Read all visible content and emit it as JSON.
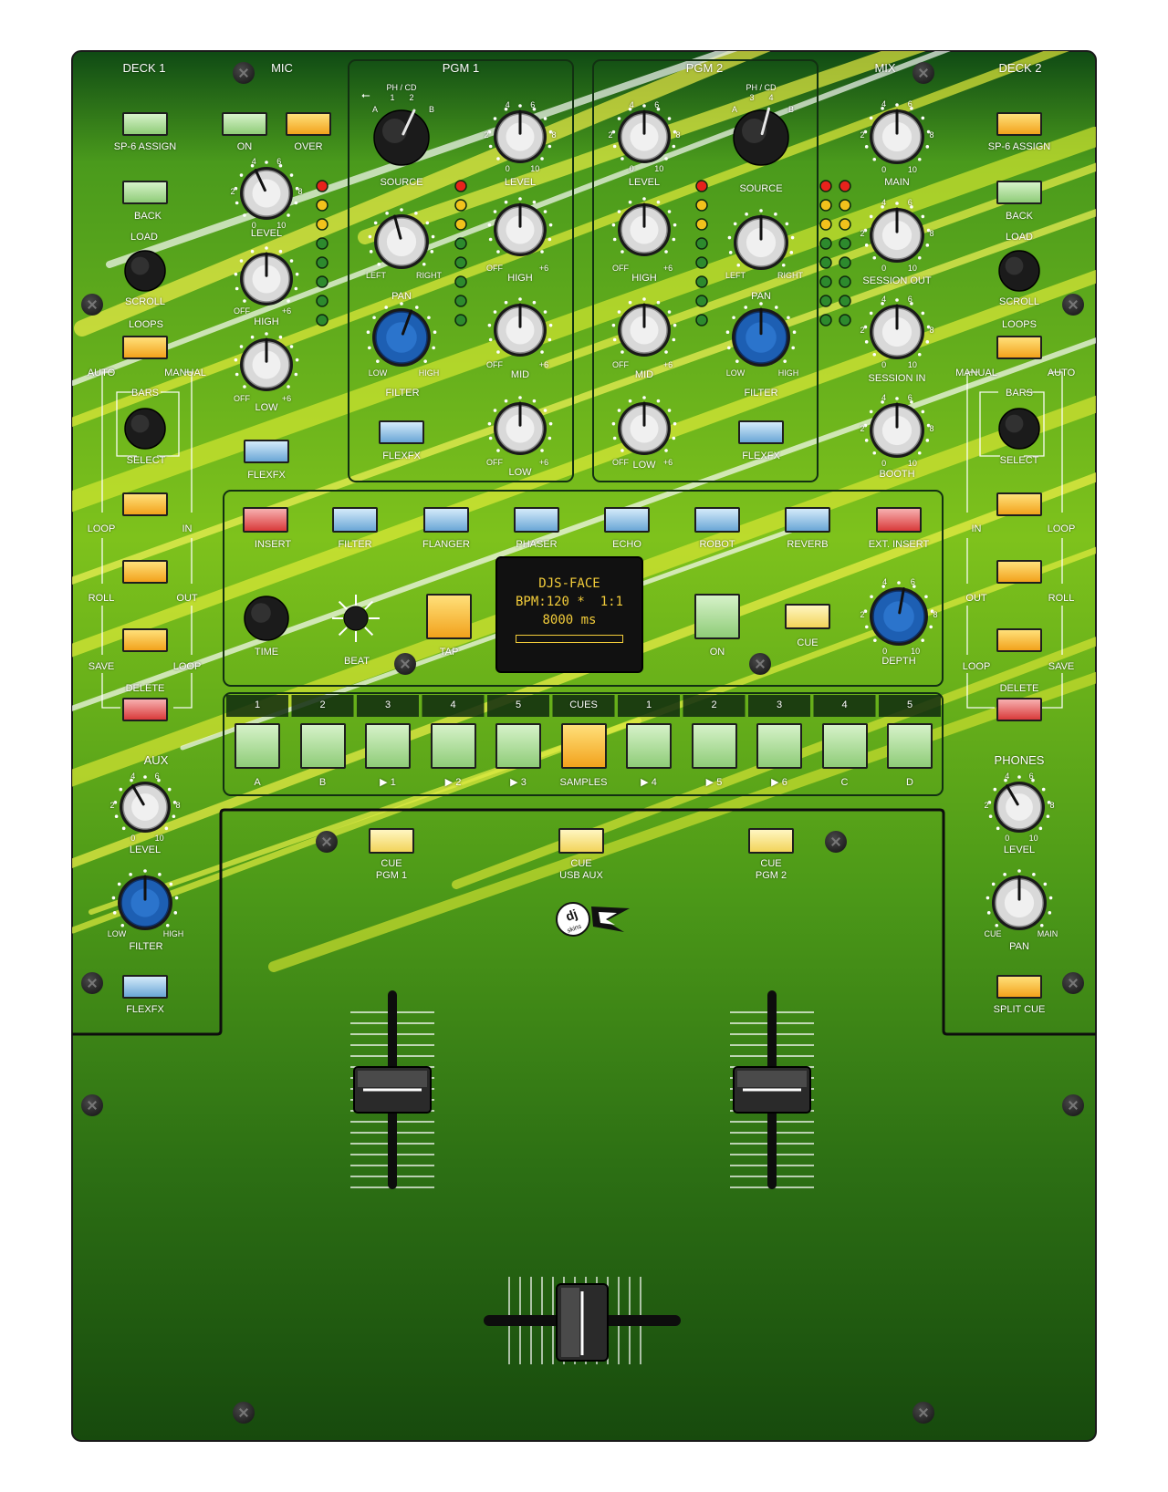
{
  "sections": {
    "deck1": "DECK 1",
    "mic": "MIC",
    "pgm1": "PGM 1",
    "pgm2": "PGM 2",
    "mix": "MIX",
    "deck2": "DECK 2"
  },
  "common": {
    "level": "LEVEL",
    "high": "HIGH",
    "mid": "MID",
    "low": "LOW",
    "off": "OFF",
    "plus6": "+6",
    "left": "LEFT",
    "right": "RIGHT",
    "pan": "PAN",
    "filter": "FILTER",
    "flexfx": "FLEXFX",
    "source": "SOURCE",
    "phcd": "PH / CD",
    "a": "A",
    "b": "B",
    "t0": "0",
    "t2": "2",
    "t4": "4",
    "t6": "6",
    "t8": "8",
    "t10": "10"
  },
  "deck1": {
    "sp6_assign": "SP-6 ASSIGN",
    "back": "BACK",
    "load": "LOAD",
    "scroll": "SCROLL",
    "loops": "LOOPS",
    "auto": "AUTO",
    "manual": "MANUAL",
    "bars": "BARS",
    "select": "SELECT",
    "loop": "LOOP",
    "in": "IN",
    "roll": "ROLL",
    "out": "OUT",
    "save": "SAVE",
    "loop2": "LOOP",
    "delete": "DELETE",
    "aux": "AUX",
    "level": "LEVEL",
    "filter_low": "LOW",
    "filter_high": "HIGH",
    "filter": "FILTER",
    "flexfx": "FLEXFX"
  },
  "mic": {
    "on": "ON",
    "over": "OVER",
    "level": "LEVEL",
    "high": "HIGH",
    "low": "LOW"
  },
  "pgm1": {
    "input_1": "1",
    "input_2": "2"
  },
  "pgm2": {
    "input_3": "3",
    "input_4": "4"
  },
  "mix": {
    "main": "MAIN",
    "session_out": "SESSION OUT",
    "session_in": "SESSION IN",
    "booth": "BOOTH"
  },
  "deck2": {
    "sp6_assign": "SP-6 ASSIGN",
    "back": "BACK",
    "load": "LOAD",
    "scroll": "SCROLL",
    "loops": "LOOPS",
    "manual": "MANUAL",
    "auto": "AUTO",
    "bars": "BARS",
    "select": "SELECT",
    "in": "IN",
    "loop": "LOOP",
    "out": "OUT",
    "roll": "ROLL",
    "loop2": "LOOP",
    "save": "SAVE",
    "delete": "DELETE",
    "phones": "PHONES",
    "level": "LEVEL",
    "pan_cue": "CUE",
    "pan_main": "MAIN",
    "pan": "PAN",
    "split_cue": "SPLIT CUE"
  },
  "fx": {
    "types": [
      "INSERT",
      "FILTER",
      "FLANGER",
      "PHASER",
      "ECHO",
      "ROBOT",
      "REVERB",
      "EXT. INSERT"
    ],
    "time": "TIME",
    "beat": "BEAT",
    "tap": "TAP",
    "on": "ON",
    "cue": "CUE",
    "depth": "DEPTH",
    "display": {
      "line1": "DJS-FACE",
      "line2": "BPM:120 *  1:1",
      "line3": "8000 ms"
    }
  },
  "pads": {
    "headers": [
      "1",
      "2",
      "3",
      "4",
      "5",
      "CUES",
      "1",
      "2",
      "3",
      "4",
      "5"
    ],
    "labels": [
      "A",
      "B",
      "▶ 1",
      "▶ 2",
      "▶ 3",
      "SAMPLES",
      "▶ 4",
      "▶ 5",
      "▶ 6",
      "C",
      "D"
    ]
  },
  "cue_buttons": {
    "cue1": "CUE",
    "pgm1": "PGM 1",
    "cue2": "CUE",
    "usbaux": "USB AUX",
    "cue3": "CUE",
    "pgm2": "PGM 2"
  },
  "logo": {
    "text1": "dj",
    "text2": "skins"
  },
  "colors": {
    "green_button": "#a8dc92",
    "orange_button": "#f7b531",
    "blue_button": "#8ec2ea",
    "red_button": "#e25656",
    "yellow_button": "#f7e07c",
    "knob_blue": "#1d5fb3",
    "meter_red": "#e8221c",
    "meter_yellow": "#f2c21c",
    "meter_green": "#2d8a2d"
  }
}
